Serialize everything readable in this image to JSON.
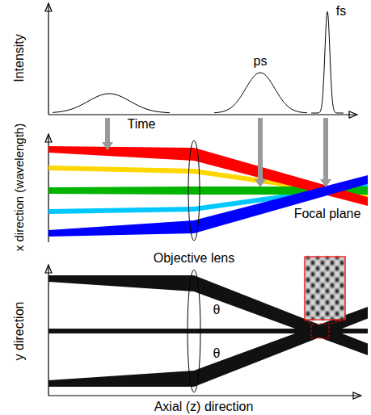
{
  "diagram": {
    "labels": [
      "Intensity",
      "Time",
      "ps",
      "fs",
      "x direction (wavelength)",
      "Focal plane",
      "Objective lens",
      "y direction",
      "θ",
      "θ",
      "Axial (z) direction"
    ]
  }
}
